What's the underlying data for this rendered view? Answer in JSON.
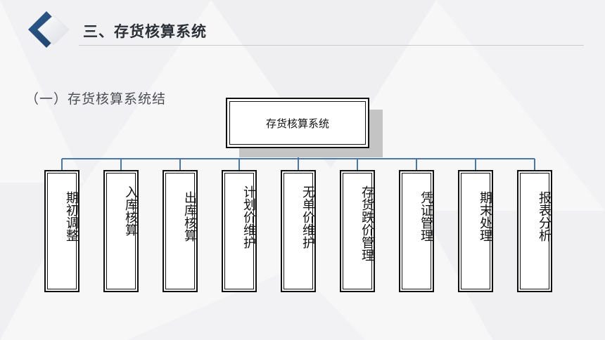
{
  "header": {
    "title": "三、存货核算系统"
  },
  "subtitle": "（一）存货核算系统结",
  "diagram": {
    "root": "存货核算系统",
    "children": [
      "期初调整",
      "入库核算",
      "出库核算",
      "计划价维护",
      "无单价维护",
      "存货跌价管理",
      "凭证管理",
      "期末处理",
      "报表分析"
    ],
    "connector_color": "#4a76a8"
  }
}
